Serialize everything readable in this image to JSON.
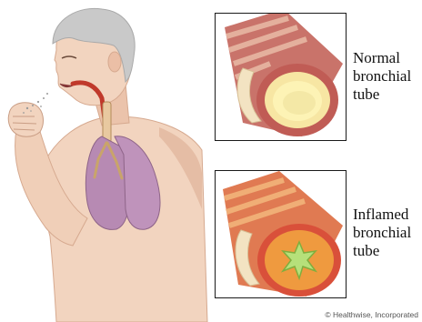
{
  "figure": {
    "labels": {
      "normal": [
        "Normal",
        "bronchial",
        "tube"
      ],
      "inflamed": [
        "Inflamed",
        "bronchial",
        "tube"
      ]
    },
    "credit": "© Healthwise, Incorporated"
  },
  "colors": {
    "skin": "#f2d4bf",
    "skin_shadow": "#dfb39a",
    "hair": "#c9c9c9",
    "lungs": "#b78ab3",
    "airway_wall": "#c9736a",
    "airway_highlight": "#f3e3c2",
    "normal_lumen": "#fdf3b5",
    "inflamed_tissue": "#ef9a3f",
    "inflamed_lumen": "#b6e07a",
    "panel_border": "#1a1a1a"
  }
}
